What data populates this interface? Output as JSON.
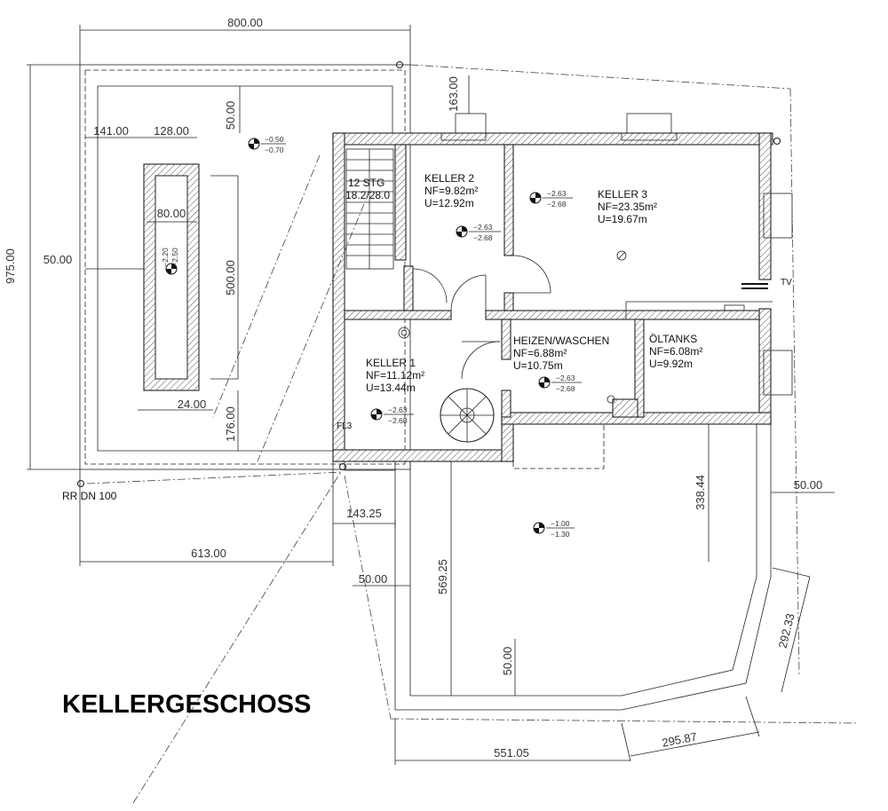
{
  "title": "KELLERGESCHOSS",
  "rooms": {
    "keller1": {
      "name": "KELLER 1",
      "area": "NF=11.12m²",
      "perimeter": "U=13.44m"
    },
    "keller2": {
      "name": "KELLER 2",
      "area": "NF=9.82m²",
      "perimeter": "U=12.92m"
    },
    "keller3": {
      "name": "KELLER 3",
      "area": "NF=23.35m²",
      "perimeter": "U=19.67m"
    },
    "heizen": {
      "name": "HEIZEN/WASCHEN",
      "area": "NF=6.88m²",
      "perimeter": "U=10.75m"
    },
    "oeltanks": {
      "name": "ÖLTANKS",
      "area": "NF=6.08m²",
      "perimeter": "U=9.92m"
    }
  },
  "stairs": {
    "count": "12 STG",
    "ratio": "18.2/28.0"
  },
  "labels": {
    "drain": "RR DN 100",
    "floor_drain": "FL3",
    "tv": "TV"
  },
  "levels": {
    "terrace_top": [
      "−0.50",
      "−0.70"
    ],
    "bed": [
      "−2.20",
      "−2.50"
    ],
    "keller1": [
      "−2.63",
      "−2.68"
    ],
    "keller2": [
      "−2.63",
      "−2.68"
    ],
    "keller3": [
      "−2.63",
      "−2.68"
    ],
    "heizen": [
      "−2.63",
      "−2.68"
    ],
    "yard": [
      "−1.00",
      "−1.30"
    ]
  },
  "dimensions": {
    "d_800": "800.00",
    "d_975": "975.00",
    "d_163": "163.00",
    "d_50_top": "50.00",
    "d_141": "141.00",
    "d_128": "128.00",
    "d_80": "80.00",
    "d_50_left": "50.00",
    "d_500": "500.00",
    "d_24": "24.00",
    "d_176": "176.00",
    "d_613": "613.00",
    "d_143": "143.25",
    "d_50_mid": "50.00",
    "d_569": "569.25",
    "d_50_bottom": "50.00",
    "d_338": "338.44",
    "d_50_right": "50.00",
    "d_292": "292.33",
    "d_295": "295.87",
    "d_551": "551.05"
  }
}
